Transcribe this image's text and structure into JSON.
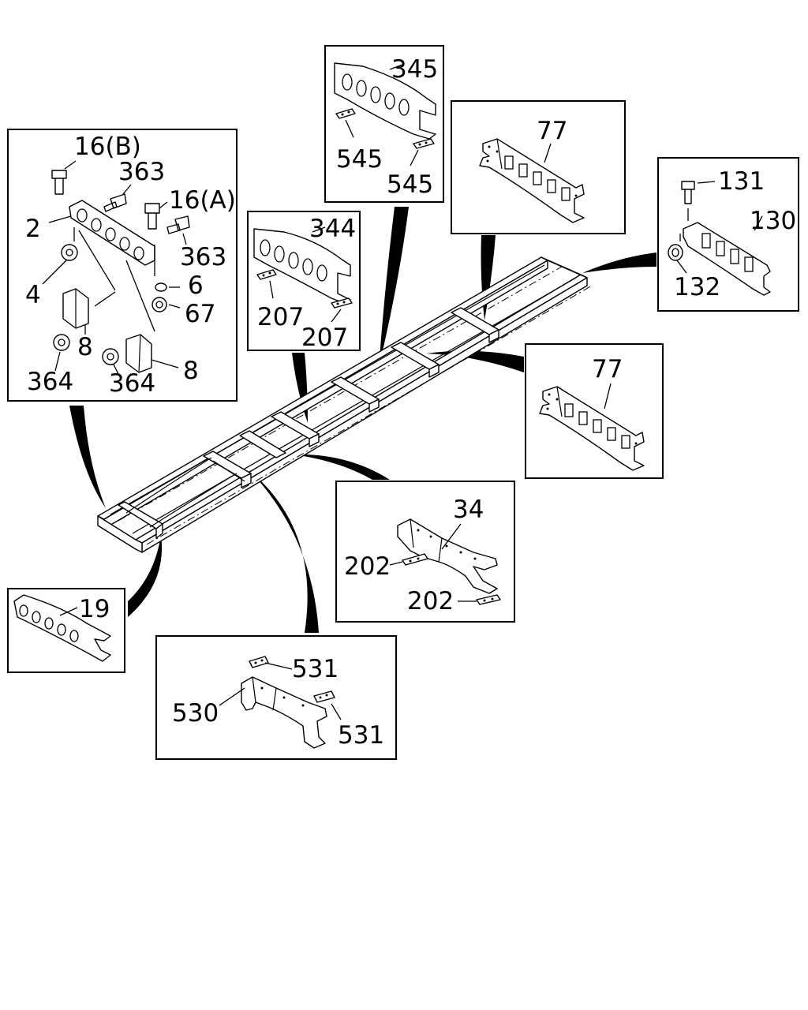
{
  "labels": {
    "box_a": {
      "bolt_b": "16(B)",
      "bolt_363_top": "363",
      "bolt_a": "16(A)",
      "p2": "2",
      "bolt_363_right": "363",
      "p4": "4",
      "p6": "6",
      "p67": "67",
      "p8_left": "8",
      "p8_right": "8",
      "nut_364_left": "364",
      "nut_364_right": "364"
    },
    "box_344": {
      "part": "344",
      "shim_left": "207",
      "shim_right": "207"
    },
    "box_345": {
      "part": "345",
      "shim_left": "545",
      "shim_right": "545"
    },
    "box_77_top": {
      "part": "77"
    },
    "box_130": {
      "bolt": "131",
      "part": "130",
      "nut": "132"
    },
    "box_77_mid": {
      "part": "77"
    },
    "box_34": {
      "part": "34",
      "shim_left": "202",
      "shim_right": "202"
    },
    "box_19": {
      "part": "19"
    },
    "box_530": {
      "shim_top": "531",
      "part": "530",
      "shim_right": "531"
    }
  }
}
